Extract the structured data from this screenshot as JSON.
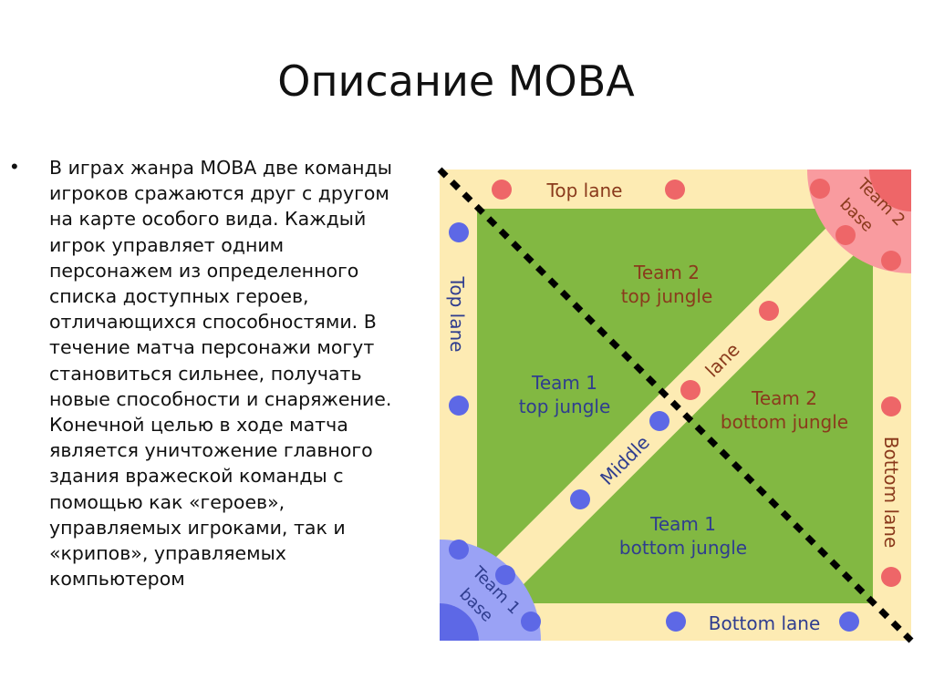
{
  "slide": {
    "title": "Описание MOBA",
    "bullet_symbol": "•",
    "body": "В играх жанра MOBA две команды\nигроков сражаются друг с другом\nна карте особого вида. Каждый\nигрок управляет одним\nперсонажем из определенного\nсписка доступных героев,\nотличающихся способностями. В\nтечение матча персонажи могут\nстановиться сильнее, получать\nновые способности и снаряжение.\nКонечной целью в ходе матча\nявляется уничтожение главного\nздания вражеской команды с\nпомощью как «героев»,\nуправляемых игроками, так и\n«крипов», управляемых\nкомпьютером"
  },
  "map": {
    "colors": {
      "lane": "#fdebb3",
      "jungle": "#82b842",
      "team1": "#5d68e6",
      "team1_base": "#9aa2f5",
      "team2": "#ee6668",
      "team2_base": "#f99b9f",
      "team1_text": "#2f3d8f",
      "team2_text": "#8a3a1c",
      "river": "#000000"
    },
    "labels": {
      "top_lane_top": "Top lane",
      "top_lane_left": "Top lane",
      "bottom_lane_bottom": "Bottom lane",
      "bottom_lane_right": "Bottom lane",
      "middle": "Middle",
      "lane": "lane",
      "team1_base_line1": "Team 1",
      "team1_base_line2": "base",
      "team2_base_line1": "Team 2",
      "team2_base_line2": "base",
      "team2_top_jungle_line1": "Team 2",
      "team2_top_jungle_line2": "top jungle",
      "team1_top_jungle_line1": "Team 1",
      "team1_top_jungle_line2": "top jungle",
      "team2_bottom_jungle_line1": "Team 2",
      "team2_bottom_jungle_line2": "bottom jungle",
      "team1_bottom_jungle_line1": "Team 1",
      "team1_bottom_jungle_line2": "bottom jungle"
    }
  }
}
